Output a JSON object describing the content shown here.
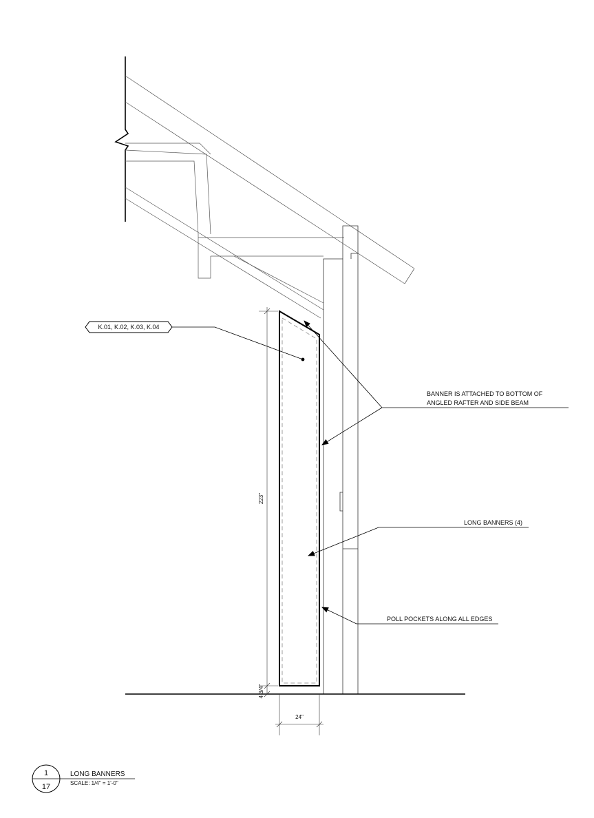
{
  "drawing": {
    "tag_label": "K.01, K.02, K.03, K.04",
    "notes": {
      "attached": [
        "BANNER IS ATTACHED TO BOTTOM OF",
        "ANGLED RAFTER AND SIDE BEAM"
      ],
      "long_banners": "LONG BANNERS (4)",
      "pole_pockets": "POLL POCKETS ALONG ALL EDGES"
    },
    "dimensions": {
      "height": "223\"",
      "width": "24\"",
      "bottom_gap": "4 3/4\""
    }
  },
  "title_block": {
    "detail_number": "1",
    "sheet_number": "17",
    "title": "LONG BANNERS",
    "scale": "SCALE: 1/4\" = 1'-0\""
  }
}
